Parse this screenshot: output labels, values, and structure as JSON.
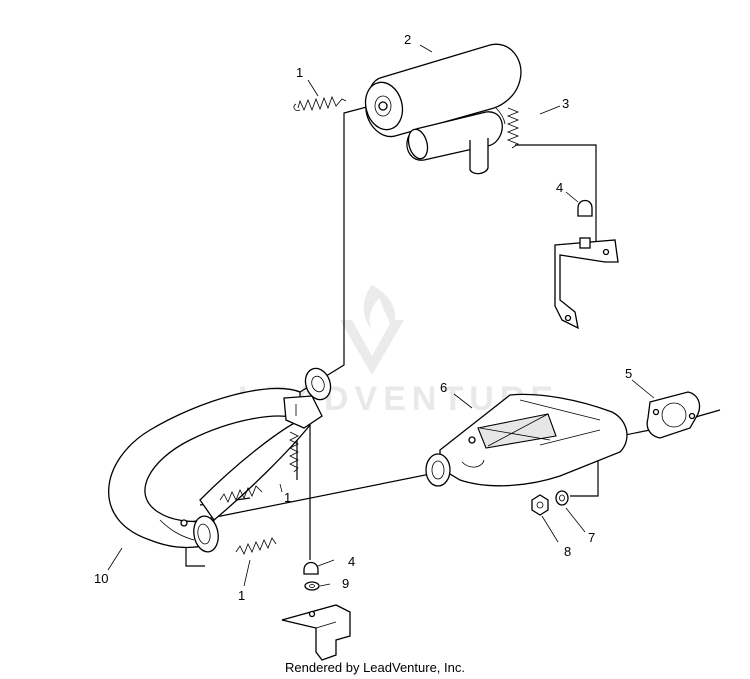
{
  "watermark": {
    "text": "LEADVENTURE"
  },
  "credit": "Rendered by LeadVenture, Inc.",
  "callouts": [
    "1",
    "2",
    "3",
    "4",
    "5",
    "6",
    "7",
    "8",
    "9",
    "10",
    "1",
    "1",
    "4"
  ]
}
